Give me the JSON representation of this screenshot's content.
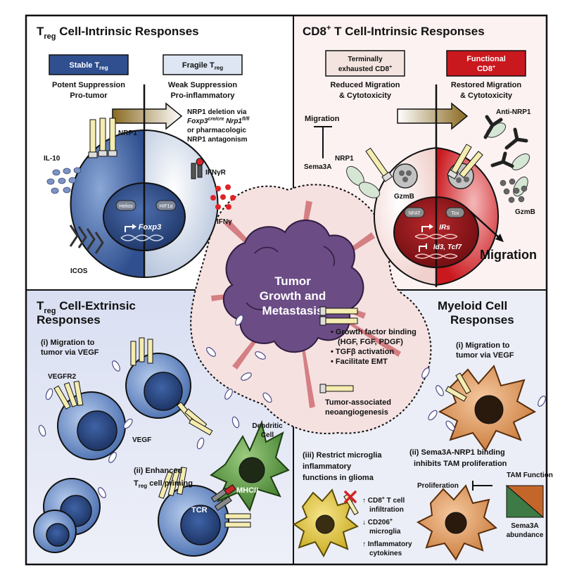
{
  "quadrants": {
    "tl": {
      "title_main": "T",
      "title_sub": "reg",
      "title_rest": " Cell-Intrinsic Responses"
    },
    "tr": {
      "title_main": "CD8",
      "title_sup": "+",
      "title_rest": " T Cell-Intrinsic Responses"
    },
    "bl": {
      "line1_main": "T",
      "line1_sub": "reg",
      "line1_rest": " Cell-Extrinsic",
      "line2": "Responses"
    },
    "br": {
      "line1": "Myeloid Cell",
      "line2": "Responses"
    }
  },
  "treg_intrinsic": {
    "stable_main": "Stable T",
    "stable_sub": "reg",
    "fragile_main": "Fragile T",
    "fragile_sub": "reg",
    "stable_desc": [
      "Potent Suppression",
      "Pro-tumor"
    ],
    "fragile_desc": [
      "Weak Suppression",
      "Pro-inflammatory"
    ],
    "deletion_line1": "NRP1 deletion via",
    "deletion_foxp3": "Foxp3",
    "deletion_foxp3_sup": "cre/cre",
    "deletion_nrp1": " Nrp1",
    "deletion_nrp1_sup": "fl/fl",
    "deletion_line3": "or pharmacologic",
    "deletion_line4": "NRP1 antagonism",
    "nrp1": "NRP1",
    "il10": "IL-10",
    "ifngr": "IFNγR",
    "ifng": "IFNγ",
    "icos": "ICOS",
    "helios": "Helios",
    "hif1a": "HIF1α",
    "foxp3": "Foxp3"
  },
  "cd8_intrinsic": {
    "exhausted": [
      "Terminally",
      "exhausted CD8"
    ],
    "exhausted_sup": "+",
    "functional": [
      "Functional",
      "CD8"
    ],
    "functional_sup": "+",
    "exhausted_desc": [
      "Reduced Migration",
      "& Cytotoxicity"
    ],
    "functional_desc": [
      "Restored Migration",
      "& Cytotoxicity"
    ],
    "migration_small": "Migration",
    "sema3a": "Sema3A",
    "nrp1": "NRP1",
    "anti_nrp1": "Anti-NRP1",
    "gzmb_in": "GzmB",
    "gzmb_out": "GzmB",
    "nfat": "NFAT",
    "tox": "Tox",
    "irs": "IRs",
    "id3": "Id3, Tcf7",
    "migration_big": "Migration"
  },
  "tumor": {
    "lines": [
      "Tumor",
      "Growth and",
      "Metastasis"
    ]
  },
  "tme": {
    "bullets": [
      "Growth factor binding",
      "(HGF, FGF, PDGF)",
      "TGFβ activation",
      "Facilitate EMT"
    ],
    "angio": [
      "Tumor-associated",
      "neoangiogenesis"
    ]
  },
  "treg_extrinsic": {
    "i_text": [
      "(i) Migration to",
      "tumor via VEGF"
    ],
    "vegfr2": "VEGFR2",
    "vegf": "VEGF",
    "ii_line1": "(ii) Enhanced",
    "ii_line2_main": "T",
    "ii_line2_sub": "reg",
    "ii_line2_rest": " cell priming",
    "dc": [
      "Dendritic",
      "Cell"
    ],
    "mhcii": "MHCII",
    "tcr": "TCR"
  },
  "myeloid": {
    "i_text": [
      "(i) Migration to",
      "tumor via VEGF"
    ],
    "ii_text": [
      "(ii) Sema3A-NRP1 binding",
      "inhibits TAM proliferation"
    ],
    "proliferation": "Proliferation",
    "tam_function": "TAM Function",
    "sema3a_abund": [
      "Sema3A",
      "abundance"
    ],
    "iii_text": [
      "(iii) Restrict microglia",
      "inflammatory",
      "functions in glioma"
    ],
    "effects": [
      {
        "arrow": "↑",
        "text": [
          "CD8",
          "T cell",
          "infiltration"
        ],
        "sup": "+"
      },
      {
        "arrow": "↓",
        "text": [
          "CD206",
          "",
          "microglia"
        ],
        "sup": "+"
      },
      {
        "arrow": "↑",
        "text": [
          "Inflammatory",
          "",
          "cytokines"
        ],
        "sup": ""
      }
    ]
  },
  "colors": {
    "stable": "#2f4f8f",
    "fragile": "#dde6f2",
    "exhausted": "#f3e4e0",
    "functional": "#c9181e",
    "tumor": "#6b4c85",
    "dc": "#4f8a3a",
    "tam": "#d99a5a",
    "microglia": "#e0c42a",
    "bg_red": "#fbe9e9",
    "bg_blue": "#e7eaf6"
  }
}
